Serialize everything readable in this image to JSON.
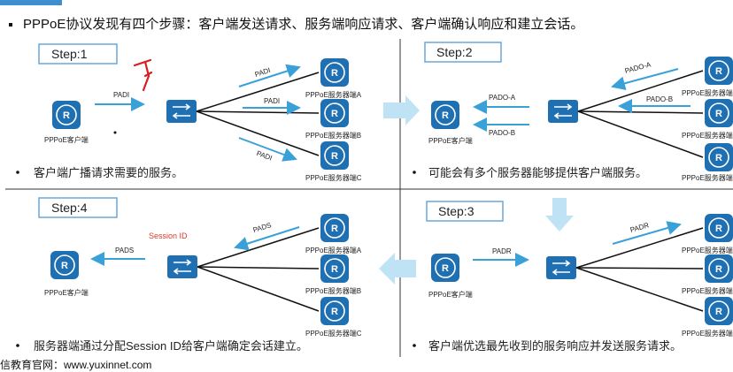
{
  "header": {
    "text": "PPPoE协议发现有四个步骤：客户端发送请求、服务端响应请求、客户端确认响应和建立会话。"
  },
  "panels": {
    "step1": {
      "title": "Step:1",
      "client": "PPPoE客户端",
      "servers": [
        "PPPoE服务器端A",
        "PPPoE服务器端B",
        "PPPoE服务器端C"
      ],
      "client_msg": "PADI",
      "server_msgs": [
        "PADI",
        "PADI",
        "PADI"
      ],
      "note": "客户端广播请求需要的服务。"
    },
    "step2": {
      "title": "Step:2",
      "client": "PPPoE客户端",
      "servers": [
        "PPPoE服务器端A",
        "PPPoE服务器端B",
        "PPPoE服务器端C"
      ],
      "client_msgs": [
        "PADO-A",
        "PADO-B"
      ],
      "server_msgs": [
        "PADO-A",
        "PADO-B"
      ],
      "note": "可能会有多个服务器能够提供客户端服务。"
    },
    "step3": {
      "title": "Step:3",
      "client": "PPPoE客户端",
      "servers": [
        "PPPoE服务器端A",
        "PPPoE服务器端B",
        "PPPoE服务器端C"
      ],
      "client_msg": "PADR",
      "server_msg": "PADR",
      "note": "客户端优选最先收到的服务响应并发送服务请求。"
    },
    "step4": {
      "title": "Step:4",
      "client": "PPPoE客户端",
      "servers": [
        "PPPoE服务器端A",
        "PPPoE服务器端B",
        "PPPoE服务器端C"
      ],
      "client_msg": "PADS",
      "server_msg": "PADS",
      "session": "Session ID",
      "note": "服务器端通过分配Session ID给客户端确定会话建立。"
    }
  },
  "footer": {
    "text": "信教育官网：www.yuxinnet.com"
  },
  "colors": {
    "router": "#1f6fb3",
    "arrow": "#3aa0d8",
    "session": "#d83a2a",
    "handwriting": "#d81e1e",
    "title_border": "#6aa9d8"
  }
}
